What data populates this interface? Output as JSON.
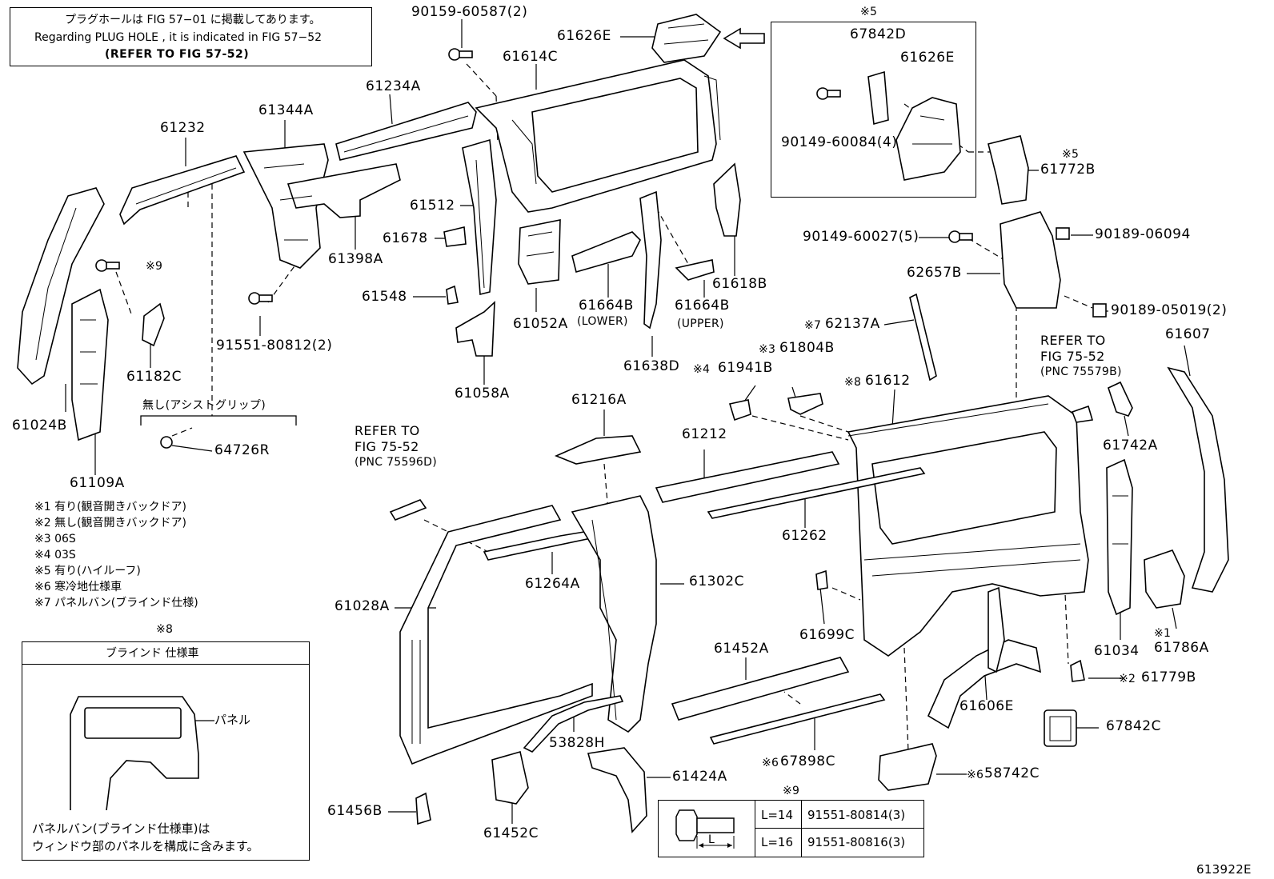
{
  "header_note": {
    "line1": "プラグホールは FIG 57−01 に掲載してあります。",
    "line2": "Regarding  PLUG  HOLE , it is indicated in  FIG  57−52",
    "line3": "(REFER  TO  FIG  57-52)"
  },
  "high_roof_box": {
    "mark": "※5",
    "parts": [
      "67842D",
      "61626E",
      "90149-60084(4)"
    ]
  },
  "parts": [
    {
      "id": "p-90159-60587",
      "text": "90159-60587(2)"
    },
    {
      "id": "p-61626E",
      "text": "61626E"
    },
    {
      "id": "p-61614C",
      "text": "61614C"
    },
    {
      "id": "p-61234A",
      "text": "61234A"
    },
    {
      "id": "p-61344A",
      "text": "61344A"
    },
    {
      "id": "p-61232",
      "text": "61232"
    },
    {
      "id": "p-61512",
      "text": "61512"
    },
    {
      "id": "p-61678",
      "text": "61678"
    },
    {
      "id": "p-61398A",
      "text": "61398A"
    },
    {
      "id": "p-61548",
      "text": "61548"
    },
    {
      "id": "p-61052A",
      "text": "61052A"
    },
    {
      "id": "p-61664B-lower",
      "text": "61664B"
    },
    {
      "id": "p-61664B-upper",
      "text": "61664B"
    },
    {
      "id": "p-61618B",
      "text": "61618B"
    },
    {
      "id": "p-61638D",
      "text": "61638D"
    },
    {
      "id": "p-61058A",
      "text": "61058A"
    },
    {
      "id": "p-61182C",
      "text": "61182C"
    },
    {
      "id": "p-91551-80812",
      "text": "91551-80812(2)"
    },
    {
      "id": "p-61024B",
      "text": "61024B"
    },
    {
      "id": "p-61109A",
      "text": "61109A"
    },
    {
      "id": "p-64726R",
      "text": "64726R"
    },
    {
      "id": "p-61772B",
      "text": "61772B"
    },
    {
      "id": "p-90149-60027",
      "text": "90149-60027(5)"
    },
    {
      "id": "p-90189-06094",
      "text": "90189-06094"
    },
    {
      "id": "p-62657B",
      "text": "62657B"
    },
    {
      "id": "p-90189-05019",
      "text": "90189-05019(2)"
    },
    {
      "id": "p-62137A",
      "text": "62137A"
    },
    {
      "id": "p-61804B",
      "text": "61804B"
    },
    {
      "id": "p-61941B",
      "text": "61941B"
    },
    {
      "id": "p-61612",
      "text": "61612"
    },
    {
      "id": "p-61607",
      "text": "61607"
    },
    {
      "id": "p-61742A",
      "text": "61742A"
    },
    {
      "id": "p-61216A",
      "text": "61216A"
    },
    {
      "id": "p-61212",
      "text": "61212"
    },
    {
      "id": "p-61262",
      "text": "61262"
    },
    {
      "id": "p-61264A",
      "text": "61264A"
    },
    {
      "id": "p-61302C",
      "text": "61302C"
    },
    {
      "id": "p-61028A",
      "text": "61028A"
    },
    {
      "id": "p-61699C",
      "text": "61699C"
    },
    {
      "id": "p-61452A",
      "text": "61452A"
    },
    {
      "id": "p-61034",
      "text": "61034"
    },
    {
      "id": "p-61786A",
      "text": "61786A"
    },
    {
      "id": "p-61779B",
      "text": "61779B"
    },
    {
      "id": "p-61606E",
      "text": "61606E"
    },
    {
      "id": "p-67842C",
      "text": "67842C"
    },
    {
      "id": "p-53828H",
      "text": "53828H"
    },
    {
      "id": "p-67898C",
      "text": "67898C"
    },
    {
      "id": "p-58742C",
      "text": "58742C"
    },
    {
      "id": "p-61424A",
      "text": "61424A"
    },
    {
      "id": "p-61456B",
      "text": "61456B"
    },
    {
      "id": "p-61452C",
      "text": "61452C"
    }
  ],
  "marks": {
    "m9a": "※9",
    "m5b": "※5",
    "m7": "※7",
    "m3": "※3",
    "m4": "※4",
    "m8": "※8",
    "m1": "※1",
    "m2": "※2",
    "m6a": "※6",
    "m6b": "※6"
  },
  "qualifiers": {
    "lower": "(LOWER)",
    "upper": "(UPPER)"
  },
  "refer_a": {
    "l1": "REFER  TO",
    "l2": "FIG  75-52",
    "l3": "(PNC  75579B)"
  },
  "refer_b": {
    "l1": "REFER  TO",
    "l2": "FIG  75-52",
    "l3": "(PNC  75596D)"
  },
  "assist_grip": "無し(アシストグリップ)",
  "legend": [
    "※1 有り(観音開きバックドア)",
    "※2 無し(観音開きバックドア)",
    "※3 06S",
    "※4 03S",
    "※5 有り(ハイルーフ)",
    "※6 寒冷地仕様車",
    "※7 パネルバン(ブラインド仕様)"
  ],
  "blind_box": {
    "mark": "※8",
    "title": "ブラインド 仕様車",
    "panel_label": "パネル",
    "note1": "パネルバン(ブラインド仕様車)は",
    "note2": "ウィンドウ部のパネルを構成に含みます。"
  },
  "bolt_table": {
    "mark": "※9",
    "dim": "L",
    "rows": [
      {
        "len": "L=14",
        "part": "91551-80814(3)"
      },
      {
        "len": "L=16",
        "part": "91551-80816(3)"
      }
    ]
  },
  "figure_number": "613922E"
}
